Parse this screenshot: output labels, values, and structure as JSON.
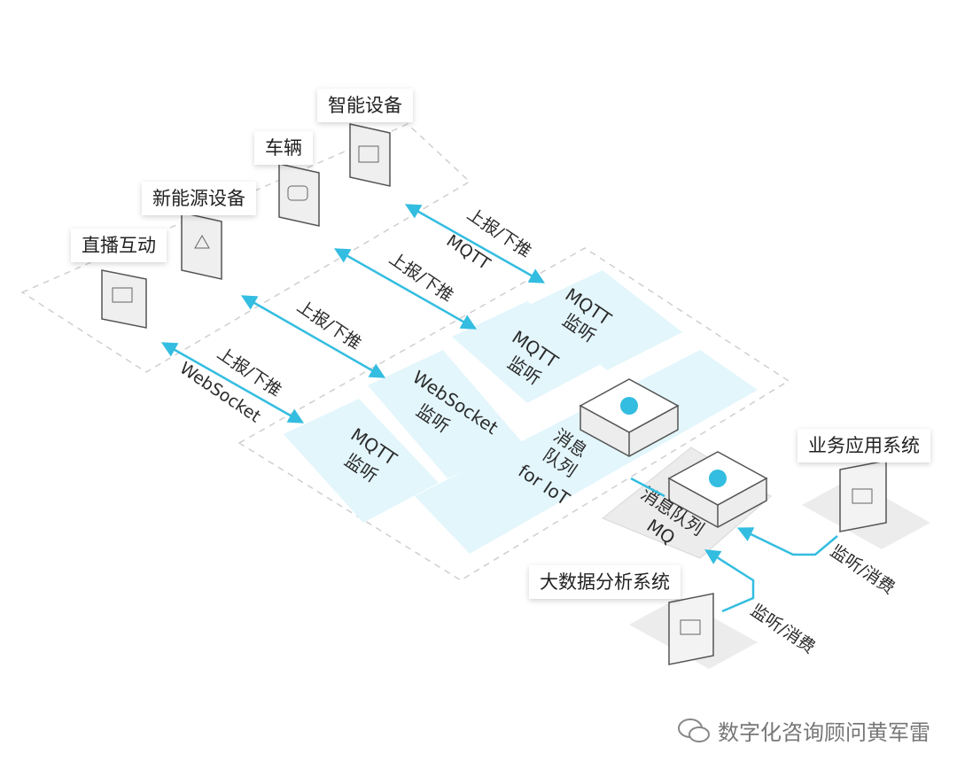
{
  "devices": {
    "smart": "智能设备",
    "vehicle": "车辆",
    "new_energy": "新能源设备",
    "live": "直播互动"
  },
  "arrows": {
    "report_push": "上报/下推",
    "mqtt": "MQTT",
    "websocket": "WebSocket",
    "listen_consume": "监听/消费"
  },
  "panels": {
    "mqtt_listen": [
      "MQTT",
      "监听"
    ],
    "websocket_listen": [
      "WebSocket",
      "监听"
    ],
    "iot_queue": [
      "消息",
      "队列",
      "for IoT"
    ],
    "mq": [
      "消息队列",
      "MQ"
    ]
  },
  "systems": {
    "business": "业务应用系统",
    "bigdata": "大数据分析系统"
  },
  "watermark": "数字化咨询顾问黄军雷",
  "colors": {
    "accent": "#33bde0",
    "panel_light": "#e3f6fc",
    "gray_platform": "#ececec",
    "dashed": "#cfcfcf"
  }
}
